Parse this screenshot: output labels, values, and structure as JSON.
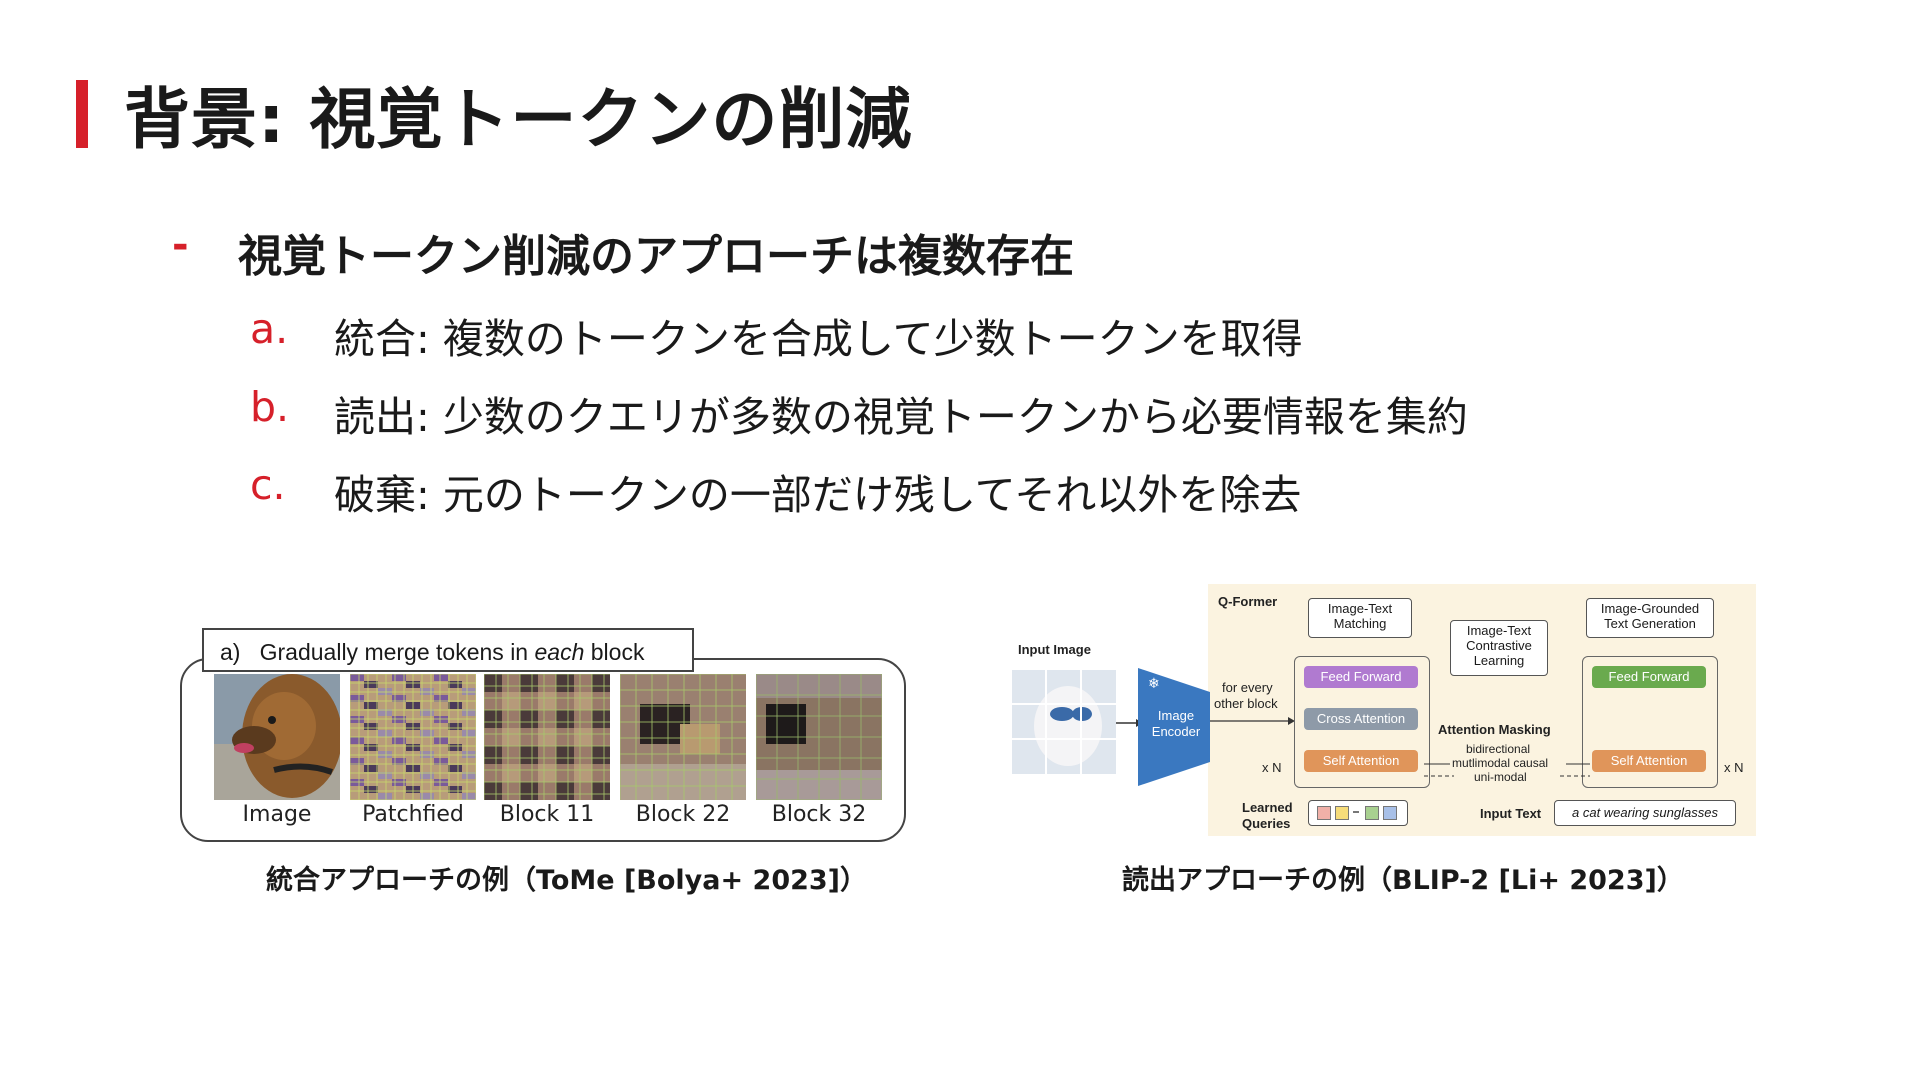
{
  "slide": {
    "title": "背景: 視覚トークンの削減",
    "bullet": {
      "marker": "-",
      "text": "視覚トークン削減のアプローチは複数存在"
    },
    "sub_items": [
      {
        "marker": "a.",
        "text": "統合: 複数のトークンを合成して少数トークンを取得"
      },
      {
        "marker": "b.",
        "text": "読出: 少数のクエリが多数の視覚トークンから必要情報を集約"
      },
      {
        "marker": "c.",
        "text": "破棄: 元のトークンの一部だけ残してそれ以外を除去"
      }
    ]
  },
  "figure_left": {
    "label_prefix": "a)",
    "label_main": "Gradually merge tokens in ",
    "label_italic": "each",
    "label_suffix": " block",
    "panels": [
      "Image",
      "Patchfied",
      "Block 11",
      "Block 22",
      "Block 32"
    ],
    "caption": "統合アプローチの例（ToMe [Bolya+ 2023]）"
  },
  "figure_right": {
    "input_image_label": "Input Image",
    "image_encoder_line1": "Image",
    "image_encoder_line2": "Encoder",
    "qformer_label": "Q-Former",
    "for_every": "for every",
    "other_block": "other block",
    "xn_left": "x N",
    "xn_right": "x N",
    "learned": "Learned",
    "queries": "Queries",
    "itm_line1": "Image-Text",
    "itm_line2": "Matching",
    "itc_line1": "Image-Text",
    "itc_line2": "Contrastive",
    "itc_line3": "Learning",
    "itg_line1": "Image-Grounded",
    "itg_line2": "Text Generation",
    "feed_forward_left": "Feed Forward",
    "cross_attention": "Cross Attention",
    "self_attention_left": "Self Attention",
    "feed_forward_right": "Feed Forward",
    "self_attention_right": "Self Attention",
    "attention_masking": "Attention Masking",
    "bidirectional": "bidirectional",
    "multimodal_causal": "mutlimodal causal",
    "uni_modal": "uni-modal",
    "input_text_label": "Input Text",
    "input_text_value": "a cat wearing sunglasses",
    "caption": "読出アプローチの例（BLIP-2 [Li+ 2023]）",
    "colors": {
      "feed_forward_left": "#b07ad0",
      "cross_attention": "#8e9aa8",
      "self_attention": "#e0955a",
      "feed_forward_right": "#6aaa4e",
      "encoder": "#3a78c0",
      "background": "#fbf3e0"
    }
  }
}
